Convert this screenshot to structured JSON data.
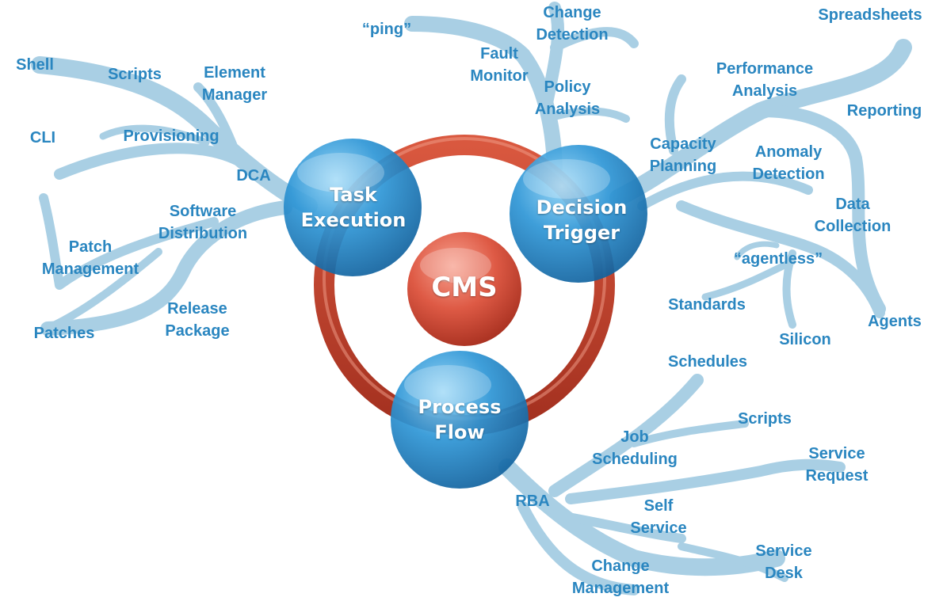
{
  "colors": {
    "branch": "#a9cfe4",
    "label": "#2a86c0",
    "ring": "#c0412c",
    "node_blue": "#1f7fc0",
    "cms_core": "#d9543f"
  },
  "diagram": {
    "core": {
      "cms": "CMS",
      "task_execution": [
        "Task",
        "Execution"
      ],
      "decision_trigger": [
        "Decision",
        "Trigger"
      ],
      "process_flow": [
        "Process",
        "Flow"
      ]
    },
    "left_branch": {
      "shell": "Shell",
      "scripts": "Scripts",
      "element_manager": [
        "Element",
        "Manager"
      ],
      "cli": "CLI",
      "provisioning": "Provisioning",
      "dca": "DCA",
      "software_distribution": [
        "Software",
        "Distribution"
      ],
      "patch_management": [
        "Patch",
        "Management"
      ],
      "release_package": [
        "Release",
        "Package"
      ],
      "patches": "Patches"
    },
    "top_branch": {
      "ping": "“ping”",
      "change_detection": [
        "Change",
        "Detection"
      ],
      "fault_monitor": [
        "Fault",
        "Monitor"
      ],
      "policy_analysis": [
        "Policy",
        "Analysis"
      ]
    },
    "right_branch": {
      "spreadsheets": "Spreadsheets",
      "performance_analysis": [
        "Performance",
        "Analysis"
      ],
      "reporting": "Reporting",
      "capacity_planning": [
        "Capacity",
        "Planning"
      ],
      "anomaly_detection": [
        "Anomaly",
        "Detection"
      ],
      "data_collection": [
        "Data",
        "Collection"
      ],
      "agentless": "“agentless”",
      "standards": "Standards",
      "silicon": "Silicon",
      "agents": "Agents"
    },
    "bottom_branch": {
      "schedules": "Schedules",
      "job_scheduling": [
        "Job",
        "Scheduling"
      ],
      "scripts": "Scripts",
      "service_request": [
        "Service",
        "Request"
      ],
      "rba": "RBA",
      "self_service": [
        "Self",
        "Service"
      ],
      "service_desk": [
        "Service",
        "Desk"
      ],
      "change_management": [
        "Change",
        "Management"
      ]
    }
  }
}
